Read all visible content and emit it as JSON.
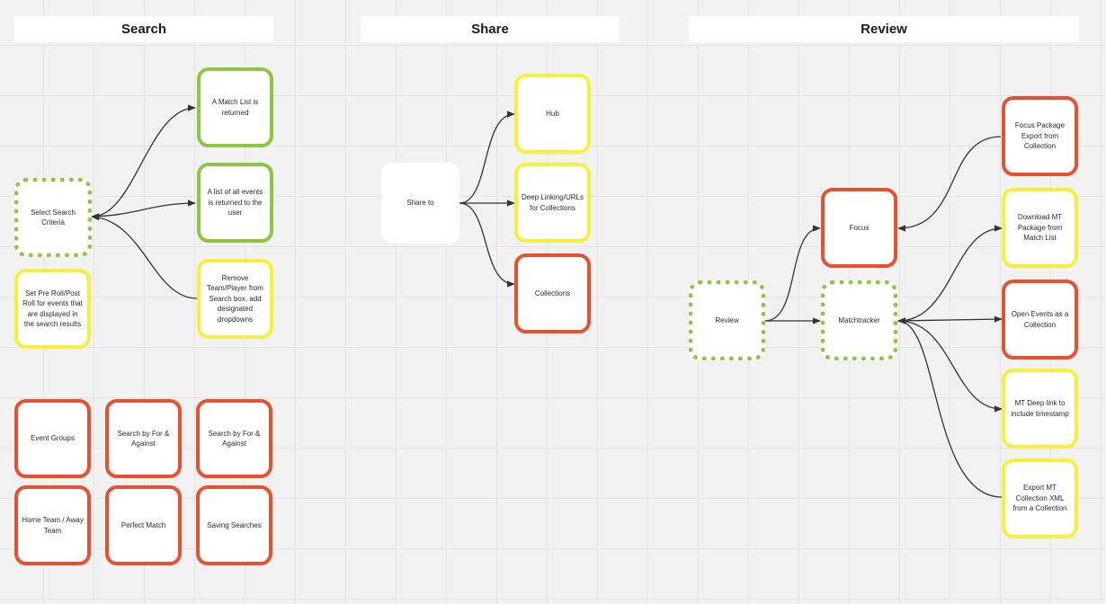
{
  "headers": {
    "search": "Search",
    "share": "Share",
    "review": "Review"
  },
  "colors": {
    "green": "#8dc63f",
    "yellow": "#f7ef3c",
    "red": "#e8502f",
    "connector": "#333333"
  },
  "search": {
    "select_criteria": "Select Search Criteria",
    "match_list": "A Match List is returned",
    "all_events": "A list of all events is returned to the user",
    "remove_team": "Remove Team/Player from Search box, add designated dropdowns",
    "pre_roll": "Set Pre Roll/Post Roll for events that are displayed in the search results",
    "event_groups": "Event Groups",
    "for_against_1": "Search by For & Against",
    "for_against_2": "Search by For & Against",
    "home_away": "Home Team / Away Team",
    "perfect_match": "Perfect Match",
    "saving_searches": "Saving Searches"
  },
  "share": {
    "share_to": "Share to",
    "hub": "Hub",
    "deep_linking": "Deep Linking/URLs for Collections",
    "collections": "Collections"
  },
  "review": {
    "review": "Review",
    "focus": "Focus",
    "matchtracker": "Matchtracker",
    "focus_package": "Focus Package Export from Collection",
    "download_mt": "Download MT Package from Match List",
    "open_events": "Open  Events as a Collection",
    "mt_deep_link": "MT Deep link to include timestamp",
    "export_mt": "Export MT Collection XML from a Collection"
  }
}
